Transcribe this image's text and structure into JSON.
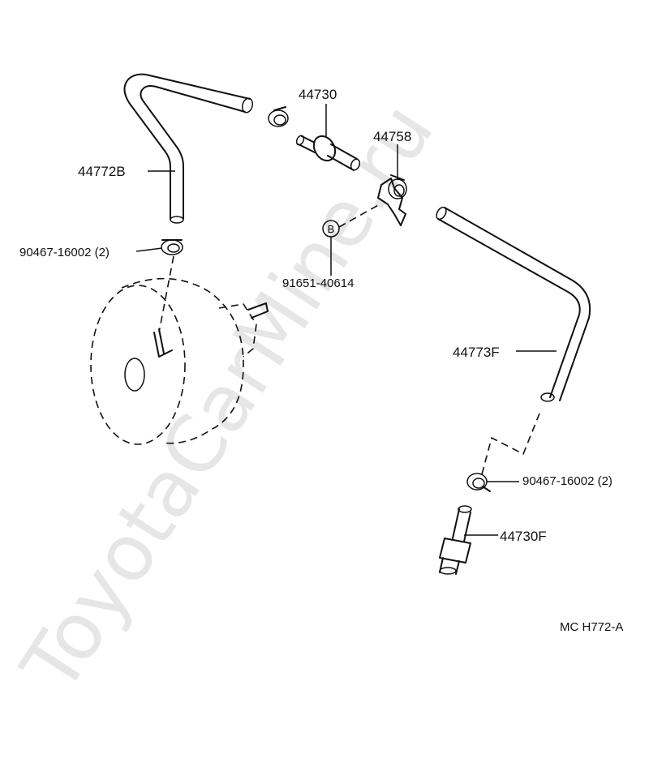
{
  "watermark": "ToyotaCarMine.ru",
  "figure_code": "MC  H772-A",
  "callouts": {
    "hose_upper_left": "44772B",
    "clamp_left": "90467-16002 (2)",
    "check_valve": "44730",
    "bracket": "44758",
    "bolt_symbol": "B",
    "bolt": "91651-40614",
    "hose_right": "44773F",
    "clamp_right": "90467-16002 (2)",
    "union": "44730F"
  }
}
